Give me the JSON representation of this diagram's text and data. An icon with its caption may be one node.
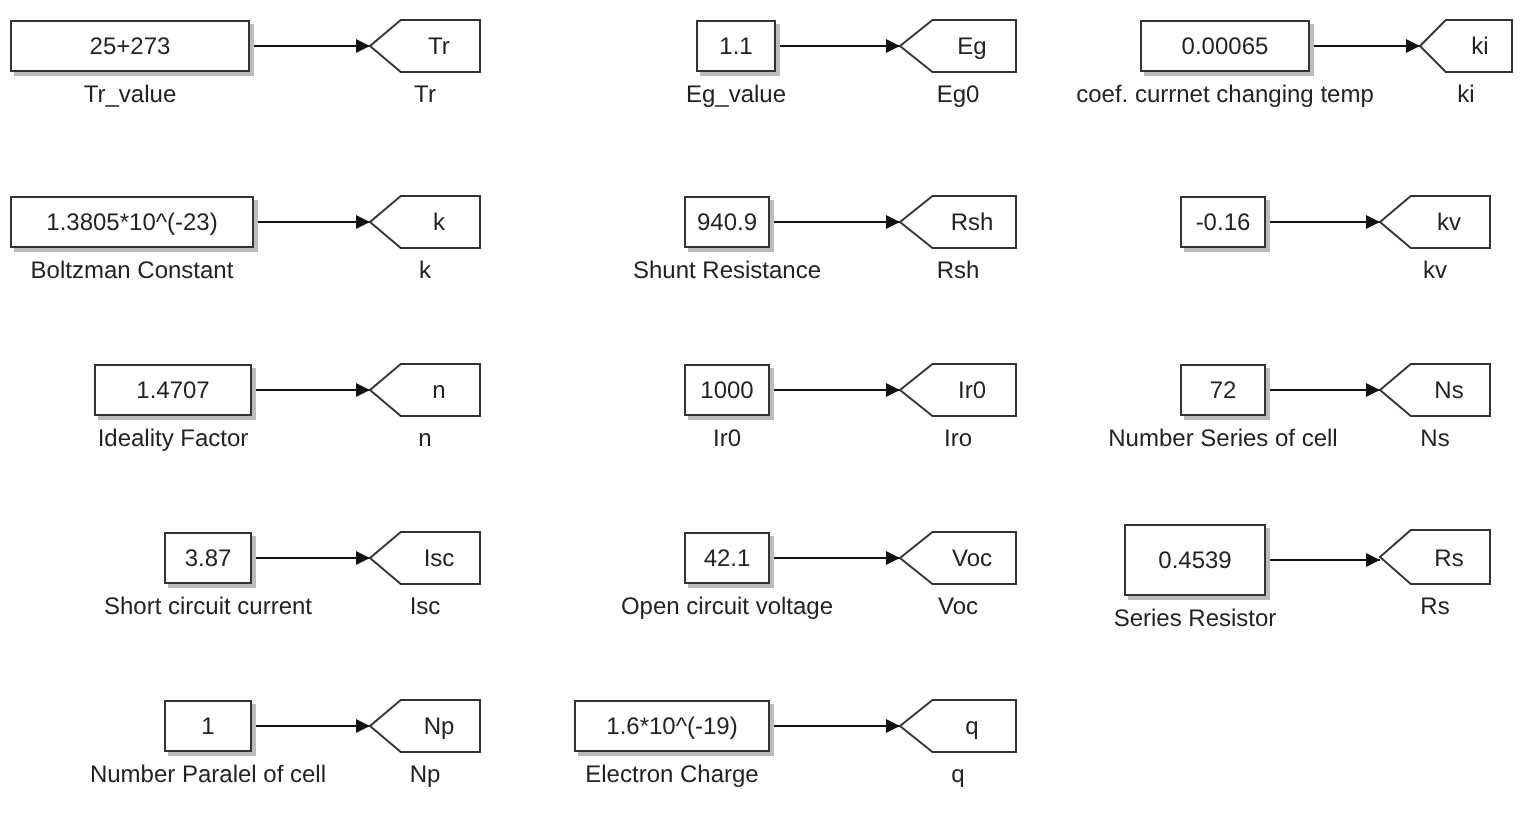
{
  "diagram": {
    "nodes": [
      {
        "text": [
          "25+273"
        ],
        "beside": [
          "Tr_value"
        ]
      },
      {
        "text": [
          "Tr"
        ],
        "beside": [
          "Tr"
        ]
      },
      {
        "text": [
          "1.1"
        ],
        "beside": [
          "Eg_value"
        ]
      },
      {
        "text": [
          "Eg"
        ],
        "beside": [
          "Eg0"
        ]
      },
      {
        "text": [
          "0.00065"
        ],
        "beside": [
          "coef. currnet changing temp"
        ]
      },
      {
        "text": [
          "ki"
        ],
        "beside": [
          "ki"
        ]
      },
      {
        "text": [
          "1.3805*10^(-23)"
        ],
        "beside": [
          "Boltzman Constant"
        ]
      },
      {
        "text": [
          "k"
        ],
        "beside": [
          "k"
        ]
      },
      {
        "text": [
          "940.9"
        ],
        "beside": [
          "Shunt Resistance"
        ]
      },
      {
        "text": [
          "Rsh"
        ],
        "beside": [
          "Rsh"
        ]
      },
      {
        "text": [
          "-0.16"
        ]
      },
      {
        "text": [
          "kv"
        ],
        "beside": [
          "kv"
        ]
      },
      {
        "text": [
          "1.4707"
        ],
        "beside": [
          "Ideality Factor"
        ]
      },
      {
        "text": [
          "n"
        ],
        "beside": [
          "n"
        ]
      },
      {
        "text": [
          "1000"
        ],
        "beside": [
          "Ir0"
        ]
      },
      {
        "text": [
          "Ir0"
        ],
        "beside": [
          "Iro"
        ]
      },
      {
        "text": [
          "72"
        ],
        "beside": [
          "Number Series of cell"
        ]
      },
      {
        "text": [
          "Ns"
        ],
        "beside": [
          "Ns"
        ]
      },
      {
        "text": [
          "3.87"
        ],
        "beside": [
          "Short circuit current"
        ]
      },
      {
        "text": [
          "Isc"
        ],
        "beside": [
          "Isc"
        ]
      },
      {
        "text": [
          "42.1"
        ],
        "beside": [
          "Open circuit voltage"
        ]
      },
      {
        "text": [
          "Voc"
        ],
        "beside": [
          "Voc"
        ]
      },
      {
        "text": [
          "0.4539"
        ],
        "beside": [
          "Series Resistor"
        ]
      },
      {
        "text": [
          "Rs"
        ],
        "beside": [
          "Rs"
        ]
      },
      {
        "text": [
          "1"
        ],
        "beside": [
          "Number Paralel of cell"
        ]
      },
      {
        "text": [
          "Np"
        ],
        "beside": [
          "Np"
        ]
      },
      {
        "text": [
          "1.6*10^(-19)"
        ],
        "beside": [
          "Electron Charge"
        ]
      },
      {
        "text": [
          "q"
        ],
        "beside": [
          "q"
        ]
      }
    ],
    "edges": [
      {
        "from": 0,
        "to": 1,
        "arrow": "to"
      },
      {
        "from": 2,
        "to": 3,
        "arrow": "to"
      },
      {
        "from": 4,
        "to": 5,
        "arrow": "to"
      },
      {
        "from": 6,
        "to": 7,
        "arrow": "to"
      },
      {
        "from": 8,
        "to": 9,
        "arrow": "to"
      },
      {
        "from": 10,
        "to": 11,
        "arrow": "to"
      },
      {
        "from": 12,
        "to": 13,
        "arrow": "to"
      },
      {
        "from": 14,
        "to": 15,
        "arrow": "to"
      },
      {
        "from": 16,
        "to": 17,
        "arrow": "to"
      },
      {
        "from": 18,
        "to": 19,
        "arrow": "to"
      },
      {
        "from": 20,
        "to": 21,
        "arrow": "to"
      },
      {
        "from": 22,
        "to": 23,
        "arrow": "to"
      },
      {
        "from": 24,
        "to": 25,
        "arrow": "to"
      },
      {
        "from": 26,
        "to": 27,
        "arrow": "to"
      }
    ]
  }
}
